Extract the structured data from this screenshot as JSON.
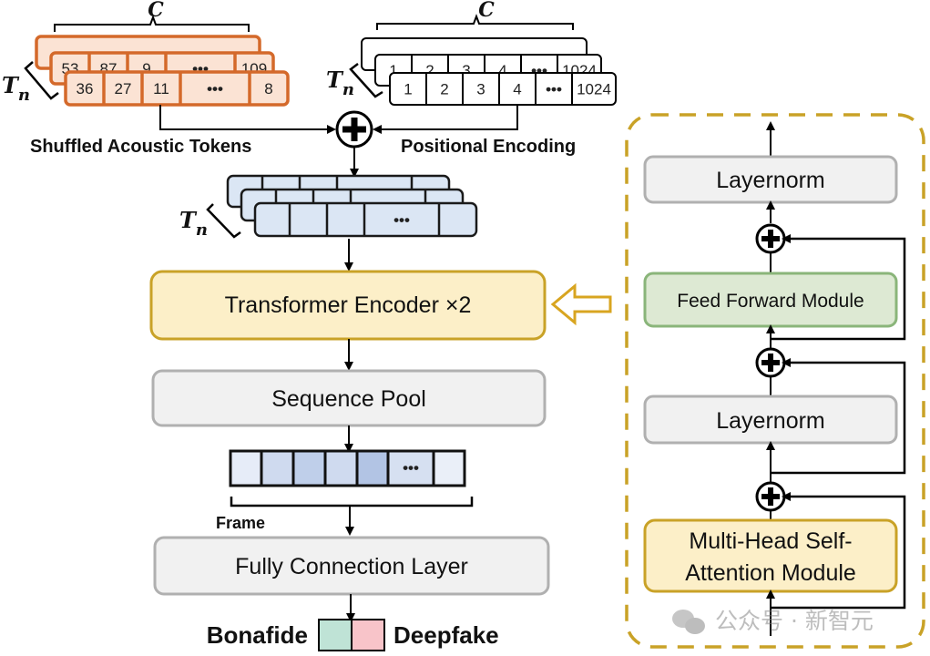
{
  "labels": {
    "c_symbol": "C",
    "tn_symbol": "T",
    "tn_sub": "n",
    "shuffled_tokens": "Shuffled Acoustic Tokens",
    "positional_encoding": "Positional Encoding",
    "frame": "Frame",
    "bonafide": "Bonafide",
    "deepfake": "Deepfake",
    "watermark": "公众号 · 新智元"
  },
  "acoustic_tokens": {
    "back_row": [
      "",
      "",
      "",
      "",
      ""
    ],
    "middle_row": [
      "53",
      "87",
      "9",
      "•••",
      "109"
    ],
    "front_row": [
      "36",
      "27",
      "11",
      "•••",
      "8"
    ]
  },
  "positional_tokens": {
    "middle_row": [
      "1",
      "2",
      "3",
      "4",
      "•••",
      "1024"
    ],
    "front_row": [
      "1",
      "2",
      "3",
      "4",
      "•••",
      "1024"
    ]
  },
  "embedded_tokens": {
    "front_row": [
      "",
      "",
      "",
      "•••",
      ""
    ]
  },
  "pool_cells": [
    "",
    "",
    "",
    "",
    "",
    "•••",
    ""
  ],
  "blocks": {
    "transformer_encoder": "Transformer Encoder ×2",
    "sequence_pool": "Sequence Pool",
    "fully_connection": "Fully Connection Layer"
  },
  "encoder_detail": {
    "layernorm_top": "Layernorm",
    "feed_forward": "Feed Forward Module",
    "layernorm_bottom": "Layernorm",
    "mhsa_line1": "Multi-Head Self-",
    "mhsa_line2": "Attention Module"
  },
  "colors": {
    "token_orange": "#d4692a",
    "token_fill": "#fbe3d4",
    "embed_fill": "#dbe6f4",
    "encoder_fill": "#fcefc8",
    "encoder_border": "#c9a227",
    "gray_fill": "#f1f1f1",
    "gray_border": "#b0b0b0",
    "ffn_fill": "#dde9d3",
    "ffn_border": "#8ab57a",
    "bonafide": "#bfe3d6",
    "deepfake": "#f8c4c9"
  }
}
